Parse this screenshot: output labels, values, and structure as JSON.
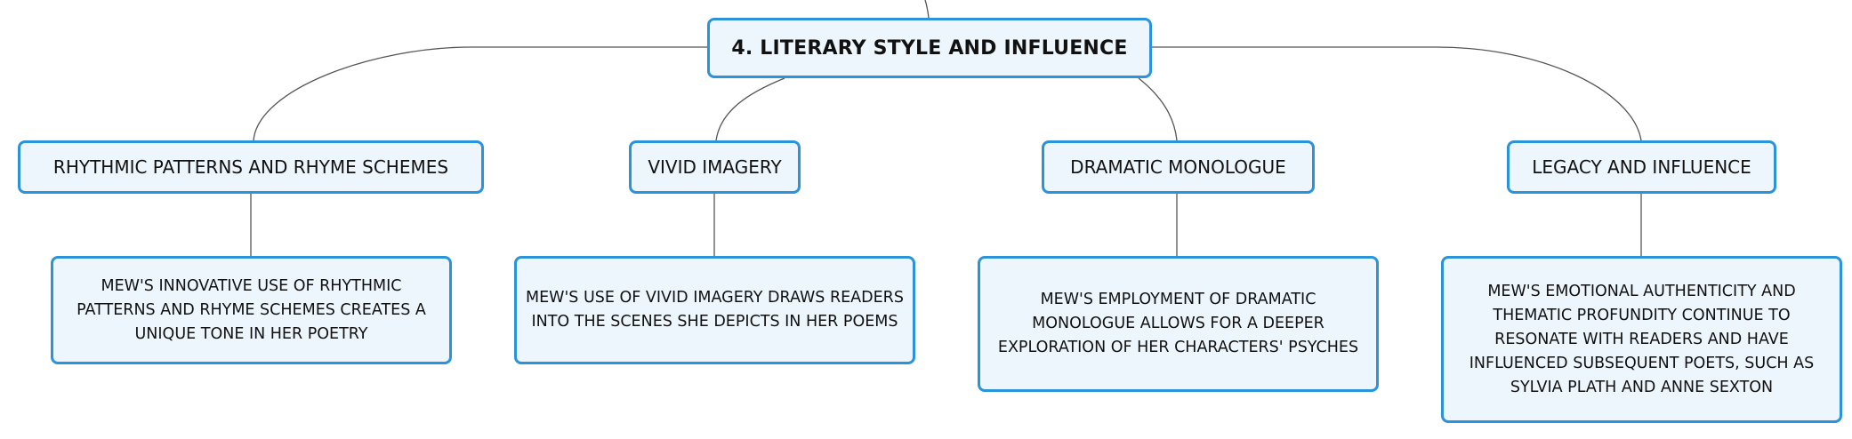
{
  "diagram": {
    "root": {
      "label": "4. LITERARY STYLE AND INFLUENCE"
    },
    "branches": [
      {
        "label": "RHYTHMIC PATTERNS AND RHYME SCHEMES",
        "detail": "MEW'S INNOVATIVE USE OF RHYTHMIC PATTERNS AND RHYME SCHEMES CREATES A UNIQUE TONE IN HER POETRY"
      },
      {
        "label": "VIVID IMAGERY",
        "detail": "MEW'S USE OF VIVID IMAGERY DRAWS READERS INTO THE SCENES SHE DEPICTS IN HER POEMS"
      },
      {
        "label": "DRAMATIC MONOLOGUE",
        "detail": "MEW'S EMPLOYMENT OF DRAMATIC MONOLOGUE ALLOWS FOR A DEEPER EXPLORATION OF HER CHARACTERS' PSYCHES"
      },
      {
        "label": "LEGACY AND INFLUENCE",
        "detail": "MEW'S EMOTIONAL AUTHENTICITY AND THEMATIC PROFUNDITY CONTINUE TO RESONATE WITH READERS AND HAVE INFLUENCED SUBSEQUENT POETS, SUCH AS SYLVIA PLATH AND ANNE SEXTON"
      }
    ],
    "colors": {
      "node_border": "#2b93d9",
      "node_fill": "#eef6fd",
      "connector": "#555555",
      "text": "#111111"
    }
  }
}
